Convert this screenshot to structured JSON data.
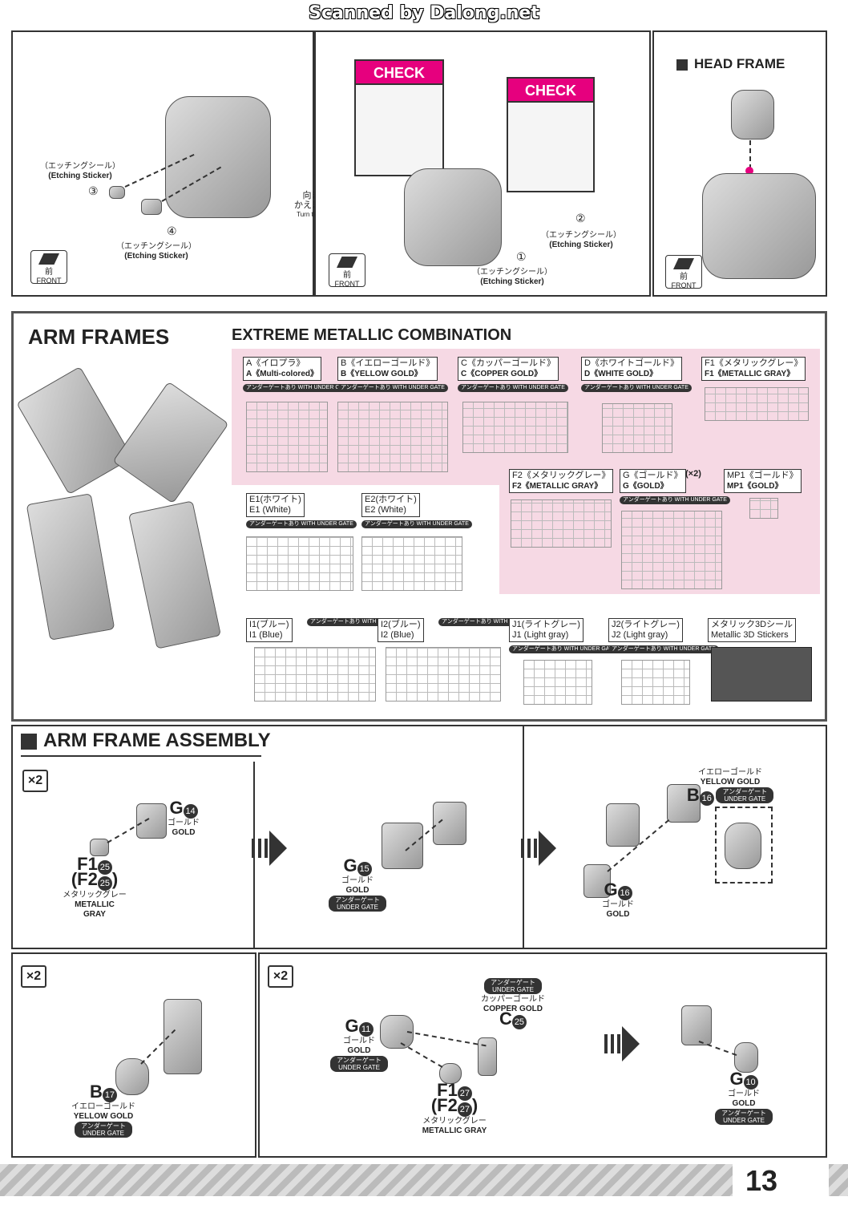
{
  "header": {
    "scan_credit": "Scanned by Dalong.net"
  },
  "head_step": {
    "step1": {
      "sticker3": {
        "jp": "（エッチングシール）",
        "en": "(Etching Sticker)",
        "num": "③"
      },
      "sticker4": {
        "jp": "（エッチングシール）",
        "en": "(Etching Sticker)",
        "num": "④"
      },
      "front": {
        "jp": "前",
        "en": "FRONT"
      }
    },
    "turn": {
      "jp1": "向きを",
      "jp2": "かえます。",
      "en": "Turn the part."
    },
    "step2": {
      "checkpoint1": "CHECK POINT",
      "checkpoint2": "CHECK POINT",
      "sticker2": {
        "jp": "（エッチングシール）",
        "en": "(Etching Sticker)",
        "num": "②"
      },
      "sticker1": {
        "jp": "（エッチングシール）",
        "en": "(Etching Sticker)",
        "num": "①"
      },
      "front": {
        "jp": "前",
        "en": "FRONT"
      }
    },
    "step3": {
      "title": "HEAD FRAME",
      "front": {
        "jp": "前",
        "en": "FRONT"
      }
    }
  },
  "arm_frames": {
    "title": "ARM FRAMES",
    "combination_title": "EXTREME METALLIC COMBINATION",
    "runners": [
      {
        "jp": "A《イロプラ》",
        "en": "A《Multi-colored》",
        "gate": "アンダーゲートあり WITH UNDER GATE"
      },
      {
        "jp": "B《イエローゴールド》",
        "en": "B《YELLOW GOLD》",
        "gate": "アンダーゲートあり WITH UNDER GATE"
      },
      {
        "jp": "C《カッパーゴールド》",
        "en": "C《COPPER GOLD》",
        "gate": "アンダーゲートあり WITH UNDER GATE"
      },
      {
        "jp": "D《ホワイトゴールド》",
        "en": "D《WHITE GOLD》",
        "gate": "アンダーゲートあり WITH UNDER GATE"
      },
      {
        "jp": "F1《メタリックグレー》",
        "en": "F1《METALLIC GRAY》",
        "gate": ""
      },
      {
        "jp": "F2《メタリックグレー》",
        "en": "F2《METALLIC GRAY》",
        "gate": ""
      },
      {
        "jp": "G《ゴールド》",
        "en": "G《GOLD》",
        "gate": "アンダーゲートあり WITH UNDER GATE",
        "extra": "(×2)"
      },
      {
        "jp": "MP1《ゴールド》",
        "en": "MP1《GOLD》",
        "gate": ""
      },
      {
        "jp": "E1(ホワイト)",
        "en": "E1 (White)",
        "gate": "アンダーゲートあり WITH UNDER GATE"
      },
      {
        "jp": "E2(ホワイト)",
        "en": "E2 (White)",
        "gate": "アンダーゲートあり WITH UNDER GATE"
      },
      {
        "jp": "I1(ブルー)",
        "en": "I1 (Blue)",
        "gate": "アンダーゲートあり WITH UNDER GATE"
      },
      {
        "jp": "I2(ブルー)",
        "en": "I2 (Blue)",
        "gate": "アンダーゲートあり WITH UNDER GATE"
      },
      {
        "jp": "J1(ライトグレー)",
        "en": "J1 (Light gray)",
        "gate": "アンダーゲートあり WITH UNDER GATE"
      },
      {
        "jp": "J2(ライトグレー)",
        "en": "J2 (Light gray)",
        "gate": "アンダーゲートあり WITH UNDER GATE"
      },
      {
        "jp": "メタリック3Dシール",
        "en": "Metallic 3D Stickers",
        "gate": ""
      }
    ]
  },
  "assembly": {
    "title": "ARM FRAME ASSEMBLY",
    "x2": "×2",
    "step1": {
      "g14": {
        "code": "G",
        "num": "14",
        "jp": "ゴールド",
        "en": "GOLD"
      },
      "f1": {
        "code": "F1",
        "num": "25",
        "alt": "(F2",
        "altnum": "25",
        "altclose": ")",
        "jp": "メタリックグレー",
        "en": "METALLIC GRAY"
      }
    },
    "step2": {
      "g15": {
        "code": "G",
        "num": "15",
        "jp": "ゴールド",
        "en": "GOLD",
        "ug_jp": "アンダーゲート",
        "ug_en": "UNDER GATE"
      }
    },
    "step3": {
      "b16": {
        "code": "B",
        "num": "16",
        "jp": "イエローゴールド",
        "en": "YELLOW GOLD",
        "ug_jp": "アンダーゲート",
        "ug_en": "UNDER GATE"
      },
      "g16": {
        "code": "G",
        "num": "16",
        "jp": "ゴールド",
        "en": "GOLD"
      }
    },
    "step4": {
      "b17": {
        "code": "B",
        "num": "17",
        "jp": "イエローゴールド",
        "en": "YELLOW GOLD",
        "ug_jp": "アンダーゲート",
        "ug_en": "UNDER GATE"
      }
    },
    "step5": {
      "g11": {
        "code": "G",
        "num": "11",
        "jp": "ゴールド",
        "en": "GOLD",
        "ug_jp": "アンダーゲート",
        "ug_en": "UNDER GATE"
      },
      "c25": {
        "code": "C",
        "num": "25",
        "jp": "カッパーゴールド",
        "en": "COPPER GOLD",
        "ug_jp": "アンダーゲート",
        "ug_en": "UNDER GATE"
      },
      "f127": {
        "code": "F1",
        "num": "27",
        "alt": "(F2",
        "altnum": "27",
        "altclose": ")",
        "jp": "メタリックグレー",
        "en": "METALLIC GRAY"
      }
    },
    "step6": {
      "g10": {
        "code": "G",
        "num": "10",
        "jp": "ゴールド",
        "en": "GOLD",
        "ug_jp": "アンダーゲート",
        "ug_en": "UNDER GATE"
      }
    }
  },
  "page_number": "13",
  "colors": {
    "accent": "#e6007e",
    "pink_bg": "#f6d9e4",
    "dark": "#333333"
  }
}
